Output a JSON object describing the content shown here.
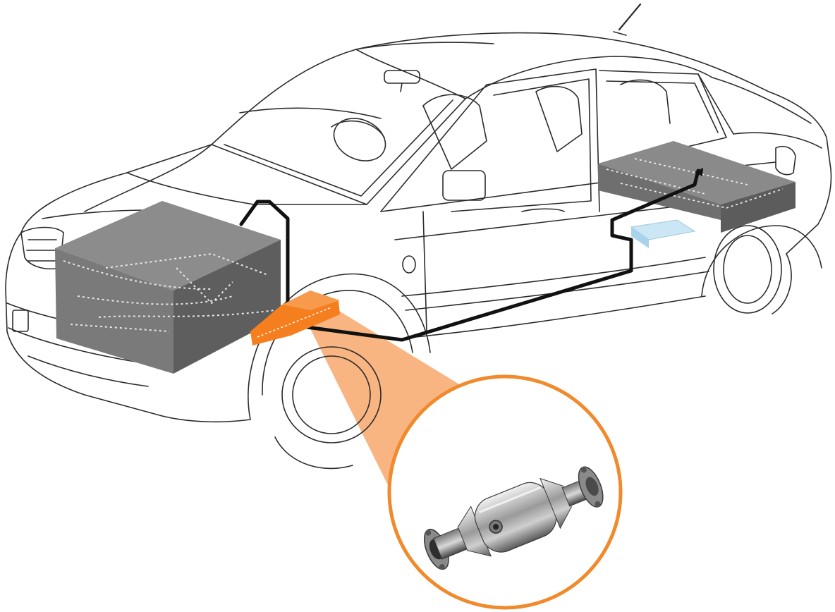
{
  "diagram": {
    "subject": "sedan-exhaust-system",
    "labels": [],
    "colors": {
      "outline": "#2b2b2b",
      "block_gray": "#7a7a7a",
      "block_gray_dark": "#5e5e5e",
      "exhaust_pipe": "#111111",
      "highlight_orange": "#f57f1f",
      "callout_fill": "#f8b07a",
      "callout_ring": "#f08a2c",
      "muffler_blue": "#bfe0f2"
    },
    "icons": [
      "engine-block",
      "exhaust-pipe",
      "catalytic-converter",
      "muffler",
      "fuel-tank"
    ]
  }
}
